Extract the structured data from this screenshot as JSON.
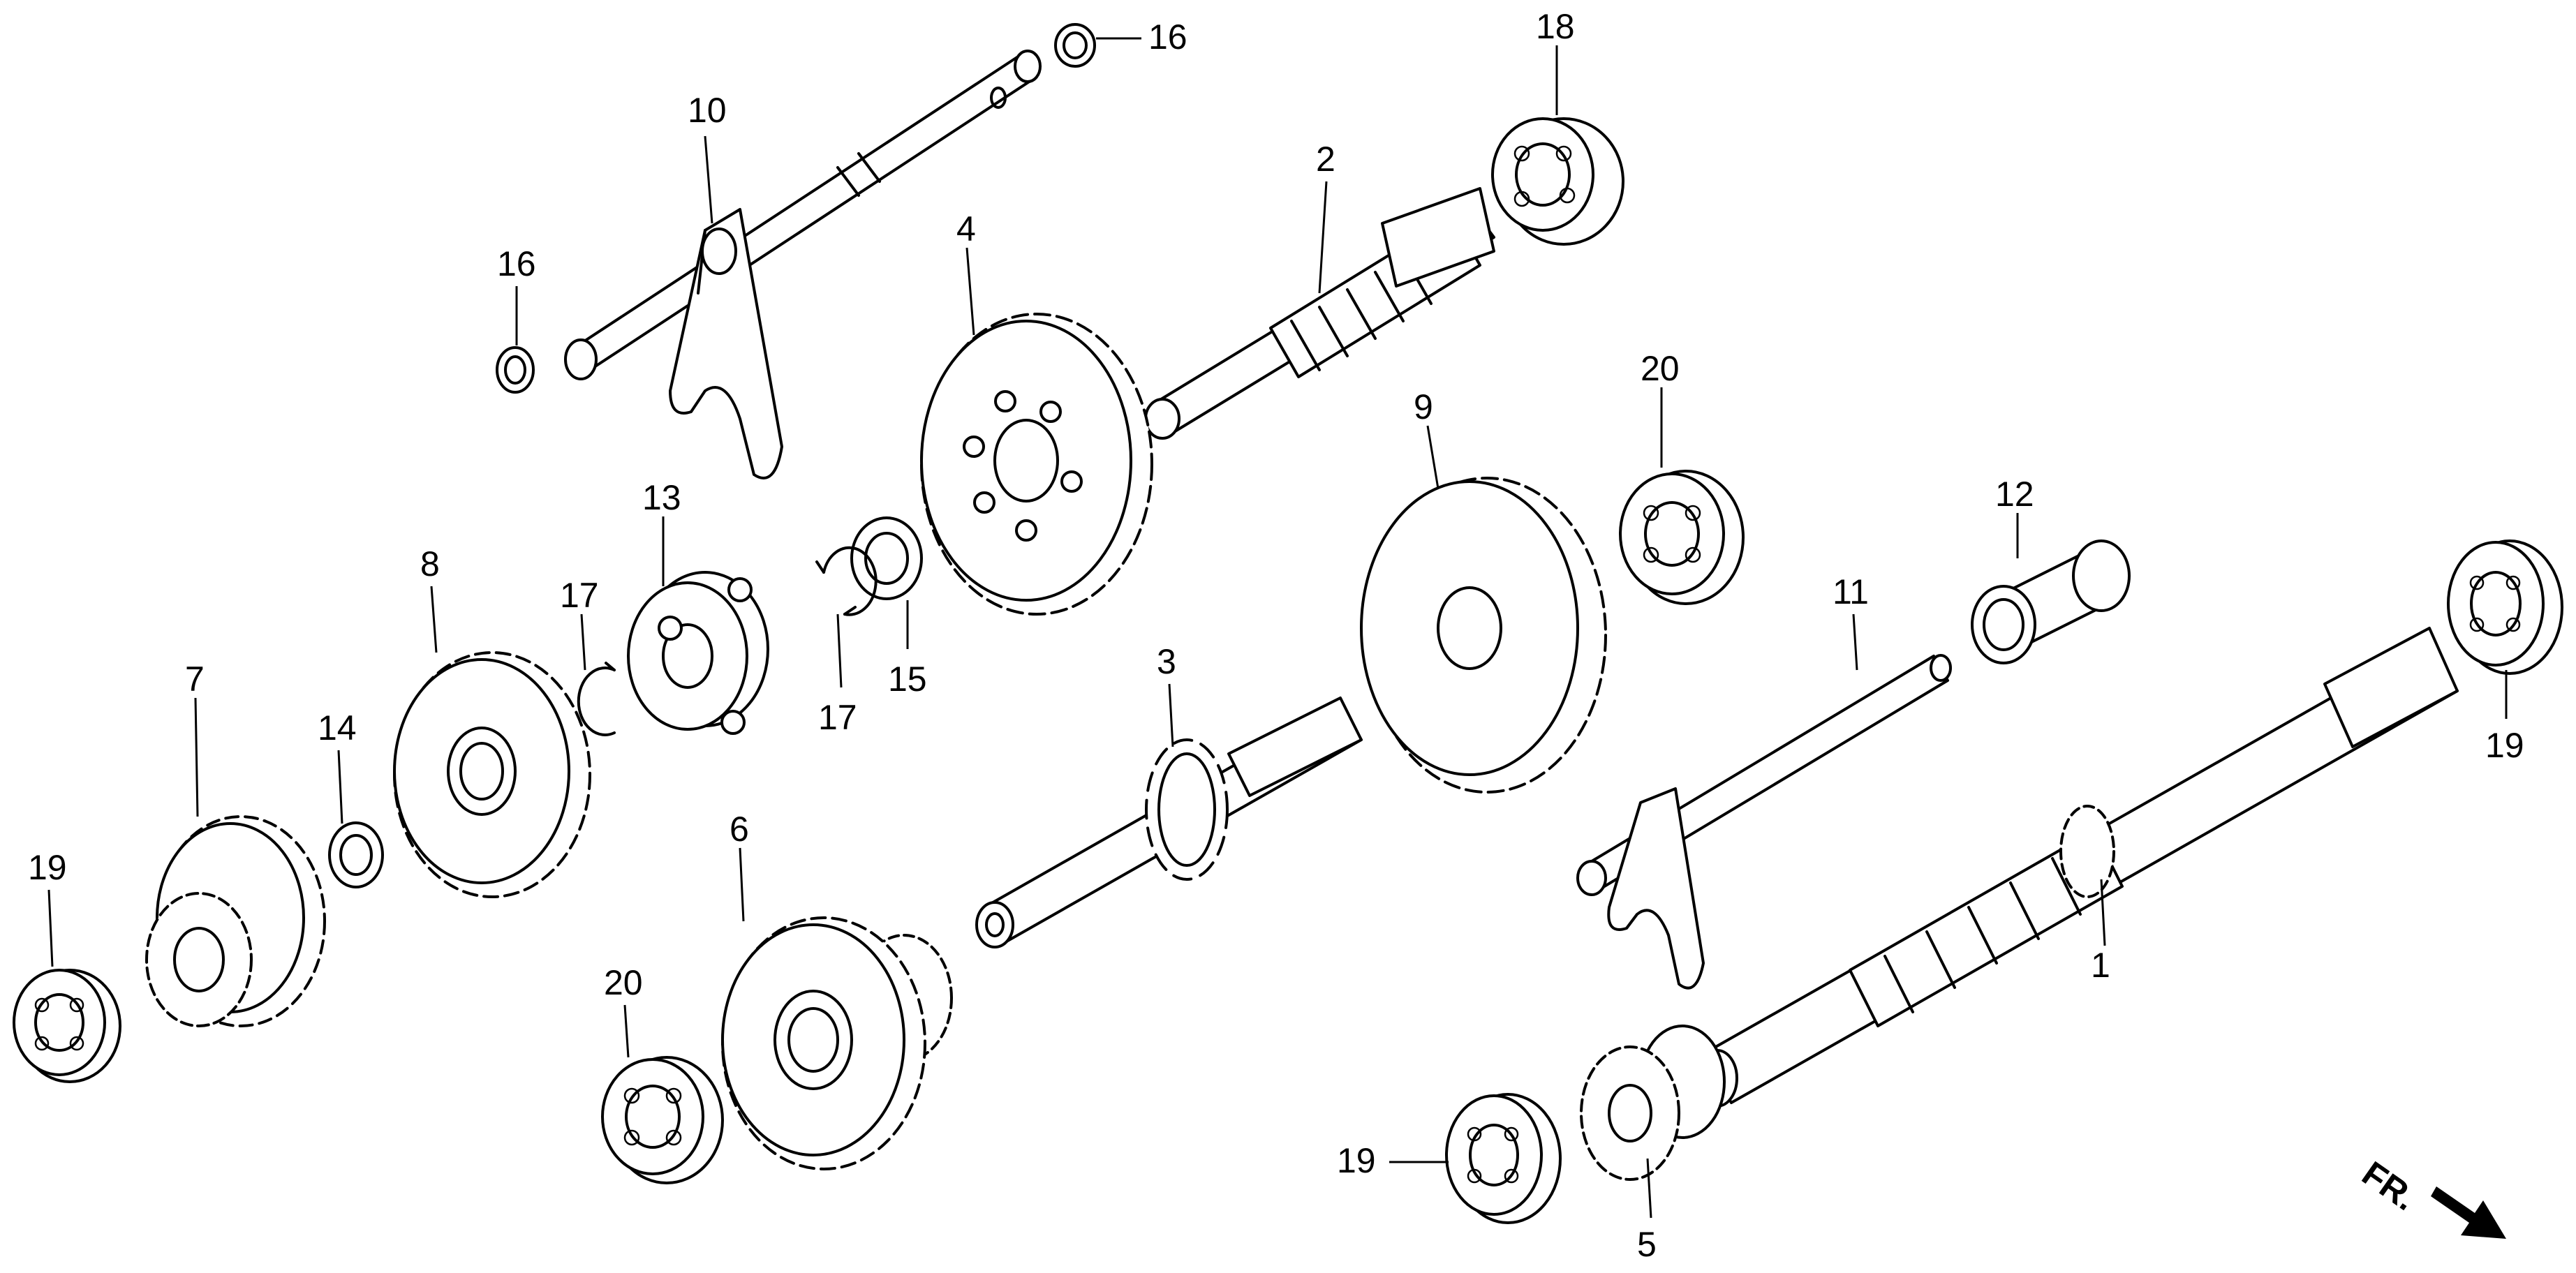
{
  "title": "Transmission parts exploded view",
  "callouts": [
    {
      "id": "c1",
      "text": "1"
    },
    {
      "id": "c2",
      "text": "2"
    },
    {
      "id": "c3",
      "text": "3"
    },
    {
      "id": "c4",
      "text": "4"
    },
    {
      "id": "c5",
      "text": "5"
    },
    {
      "id": "c6",
      "text": "6"
    },
    {
      "id": "c7",
      "text": "7"
    },
    {
      "id": "c8",
      "text": "8"
    },
    {
      "id": "c9",
      "text": "9"
    },
    {
      "id": "c10",
      "text": "10"
    },
    {
      "id": "c11",
      "text": "11"
    },
    {
      "id": "c12",
      "text": "12"
    },
    {
      "id": "c13",
      "text": "13"
    },
    {
      "id": "c14",
      "text": "14"
    },
    {
      "id": "c15",
      "text": "15"
    },
    {
      "id": "c16a",
      "text": "16"
    },
    {
      "id": "c16b",
      "text": "16"
    },
    {
      "id": "c17a",
      "text": "17"
    },
    {
      "id": "c17b",
      "text": "17"
    },
    {
      "id": "c18",
      "text": "18"
    },
    {
      "id": "c19a",
      "text": "19"
    },
    {
      "id": "c19b",
      "text": "19"
    },
    {
      "id": "c19c",
      "text": "19"
    },
    {
      "id": "c20a",
      "text": "20"
    },
    {
      "id": "c20b",
      "text": "20"
    }
  ],
  "direction_indicator": {
    "label": "FR.",
    "icon": "arrow-down-right-icon"
  }
}
